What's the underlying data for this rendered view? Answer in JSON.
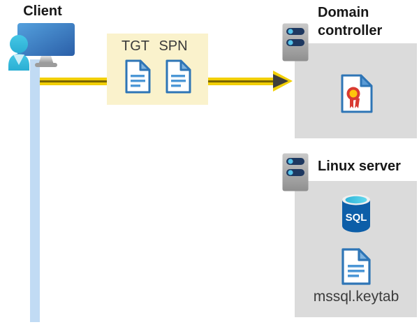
{
  "diagram": {
    "description": "Kerberos authentication flow from a client through a domain controller to a Linux server running SQL Server",
    "client": {
      "label": "Client",
      "icon": "client-workstation-icon",
      "lifeline_color": "#c1dbf4"
    },
    "connection": {
      "from": "client",
      "to": "domain-controller",
      "style": "double-yellow-line",
      "line_color": "#f2cf05",
      "core_color": "#7a6600",
      "arrowhead_color": "#3f3e3c"
    },
    "ticket_box": {
      "background": "#faf2cc",
      "items": [
        {
          "label": "TGT",
          "icon": "document-icon"
        },
        {
          "label": "SPN",
          "icon": "document-icon"
        }
      ]
    },
    "domain_controller": {
      "label": "Domain controller",
      "icon": "server-icon",
      "panel_color": "#dbdbdb",
      "contents": [
        {
          "icon": "certificate-icon"
        }
      ]
    },
    "linux_server": {
      "label": "Linux server",
      "icon": "server-icon",
      "panel_color": "#dbdbdb",
      "contents": [
        {
          "icon": "sql-database-icon",
          "label": "SQL"
        },
        {
          "icon": "document-icon",
          "label": "mssql.keytab"
        }
      ]
    },
    "colors": {
      "document_border_blue": "#2e75b6",
      "document_line_blue": "#4c97d6",
      "document_fold_blue": "#7fb3df",
      "server_body_gray": "#b5b5b5",
      "server_slot_navy": "#1e3860",
      "server_led_cyan": "#55c3ea",
      "monitor_blue": "#3d7ec4",
      "person_cyan": "#38bfe1",
      "certificate_seal_red": "#d93a32",
      "certificate_seal_yellow": "#ffc40c",
      "sql_body_blue": "#0d5ea8",
      "sql_top_cyan": "#3fc6e2"
    }
  }
}
